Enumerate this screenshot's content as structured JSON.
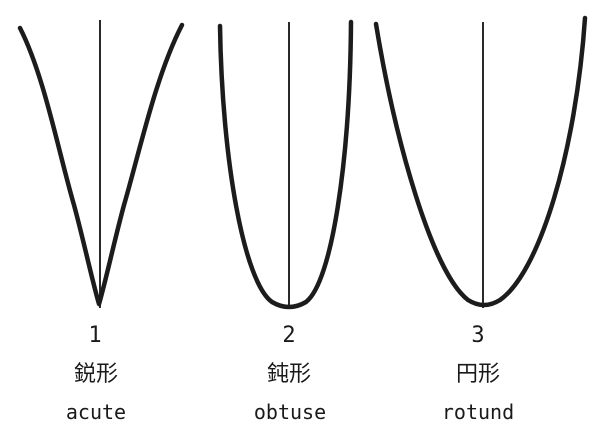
{
  "shapes": [
    {
      "number": "1",
      "japanese": "鋭形",
      "english": "acute"
    },
    {
      "number": "2",
      "japanese": "鈍形",
      "english": "obtuse"
    },
    {
      "number": "3",
      "japanese": "円形",
      "english": "rotund"
    }
  ],
  "colors": {
    "background": "#ffffff",
    "line": "#1c1c1c",
    "text": "#1a1a1a"
  }
}
